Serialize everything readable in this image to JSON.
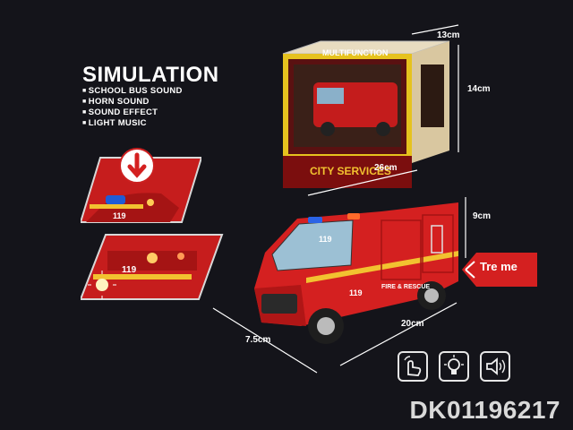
{
  "title": "SIMULATION",
  "features": [
    "SCHOOL BUS SOUND",
    "HORN SOUND",
    "SOUND EFFECT",
    "LIGHT MUSIC"
  ],
  "box": {
    "top_label": "MULTIFUNCTION",
    "brand": "CITY SERVICES",
    "width_dim": "13cm",
    "height_dim": "14cm",
    "length_dim": "26cm"
  },
  "truck": {
    "side_text": "FIRE & RESCUE",
    "number": "119",
    "height_dim": "9cm",
    "length_dim": "20cm",
    "width_dim": "7.5cm",
    "press_label": "Tre me"
  },
  "model_code": "DK01196217",
  "icons": [
    "press-hand-icon",
    "light-bulb-icon",
    "sound-wave-icon"
  ],
  "colors": {
    "background": "#14141a",
    "truck_red": "#d42020",
    "accent_yellow": "#f2c230"
  }
}
